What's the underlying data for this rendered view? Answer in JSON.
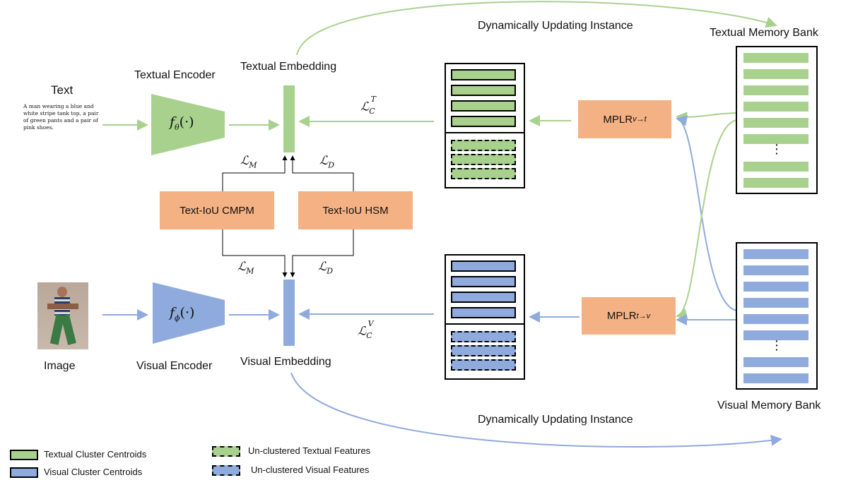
{
  "colors": {
    "textual": "#a9d18e",
    "visual": "#8faadc",
    "module": "#f4b183",
    "text_arrow": "#a9d18e",
    "visual_arrow": "#8faadc"
  },
  "text_input": {
    "label": "Text",
    "snippet": "A man wearing a blue and white stripe tank top, a pair of green pants and a pair of pink shoes."
  },
  "image_input": {
    "label": "Image"
  },
  "encoders": {
    "textual_title": "Textual Encoder",
    "textual_func": "f",
    "textual_sub": "θ",
    "textual_arg": "(·)",
    "visual_title": "Visual Encoder",
    "visual_func": "f",
    "visual_sub": "ϕ",
    "visual_arg": "(·)"
  },
  "embeddings": {
    "textual_label": "Textual Embedding",
    "visual_label": "Visual Embedding"
  },
  "losses": {
    "L": "ℒ",
    "M": "M",
    "D": "D",
    "C": "C",
    "T": "T",
    "V": "V"
  },
  "modules": {
    "cmpm": "Text-IoU CMPM",
    "hsm": "Text-IoU HSM",
    "mplr": "MPLR",
    "mplr_vt": "v→t",
    "mplr_tv": "t→v"
  },
  "memory_banks": {
    "textual": "Textual Memory Bank",
    "visual": "Visual Memory Bank",
    "ellipsis": "⋮"
  },
  "updates": {
    "top": "Dynamically Updating Instance",
    "bottom": "Dynamically Updating Instance"
  },
  "legend": {
    "textual_centroids": "Textual Cluster Centroids",
    "visual_centroids": "Visual Cluster Centroids",
    "unclustered_textual": "Un-clustered Textual Features",
    "unclustered_visual": "Un-clustered Visual Features"
  }
}
